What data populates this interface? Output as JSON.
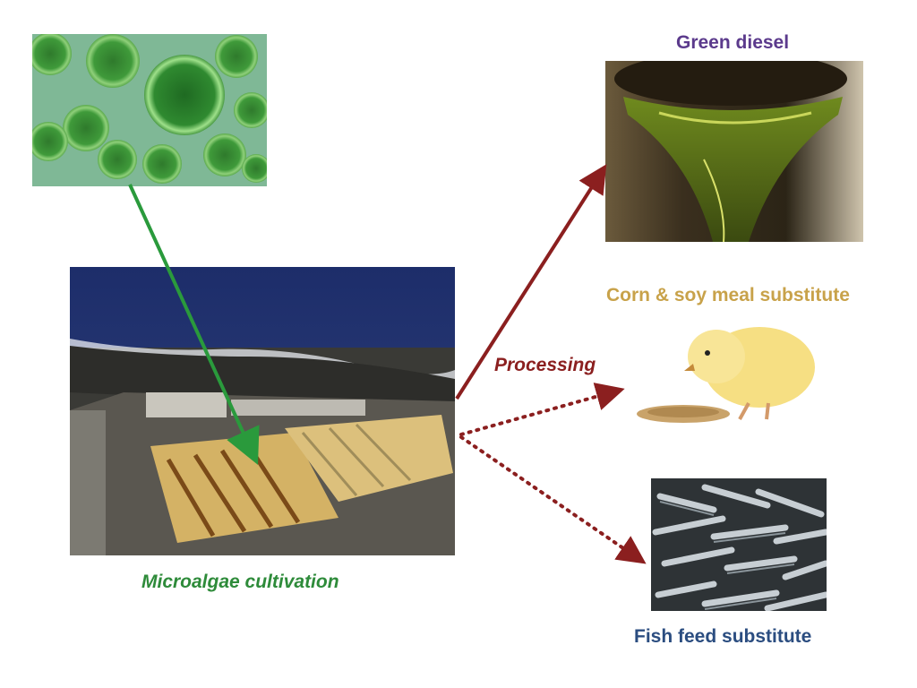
{
  "labels": {
    "green_diesel": "Green diesel",
    "corn_soy": "Corn & soy meal substitute",
    "processing": "Processing",
    "microalgae": "Microalgae cultivation",
    "fish_feed": "Fish feed substitute"
  },
  "colors": {
    "green_diesel": "#5b3a8c",
    "corn_soy": "#c8a24a",
    "processing": "#8b1f1f",
    "microalgae": "#2e8b3a",
    "fish_feed": "#2b4d80",
    "arrow_green": "#2a9a3c",
    "arrow_red": "#8b1f1f"
  }
}
